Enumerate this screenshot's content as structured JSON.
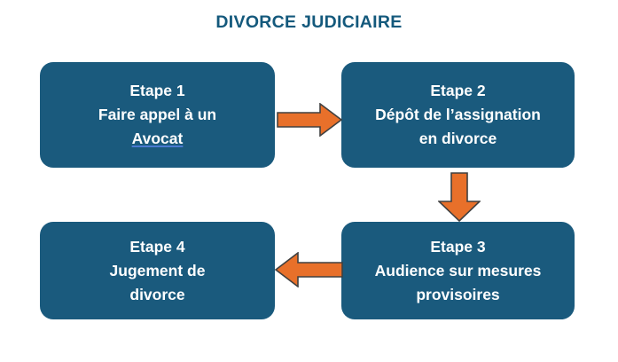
{
  "title": "DIVORCE JUDICIAIRE",
  "colors": {
    "title_text": "#14597c",
    "box_fill": "#1a5a7d",
    "box_text": "#ffffff",
    "link_underline": "#4a7ad2",
    "arrow_fill": "#e8702a",
    "arrow_stroke": "#404040",
    "background": "#ffffff"
  },
  "steps": [
    {
      "id": "step-1",
      "heading": "Etape 1",
      "line2": "Faire appel à un",
      "line3": "Avocat",
      "line3_is_link": true
    },
    {
      "id": "step-2",
      "heading": "Etape 2",
      "line2": "Dépôt de l’assignation",
      "line3": "en divorce",
      "line3_is_link": false
    },
    {
      "id": "step-3",
      "heading": "Etape 3",
      "line2": "Audience sur mesures",
      "line3": "provisoires",
      "line3_is_link": false
    },
    {
      "id": "step-4",
      "heading": "Etape 4",
      "line2": "Jugement de",
      "line3": "divorce",
      "line3_is_link": false
    }
  ],
  "arrows": [
    {
      "id": "arrow-1to2",
      "direction": "right",
      "from": "step-1",
      "to": "step-2"
    },
    {
      "id": "arrow-2to3",
      "direction": "down",
      "from": "step-2",
      "to": "step-3"
    },
    {
      "id": "arrow-3to4",
      "direction": "left",
      "from": "step-3",
      "to": "step-4"
    }
  ],
  "chart_data": {
    "type": "diagram",
    "subtype": "flowchart",
    "title": "DIVORCE JUDICIAIRE",
    "nodes": [
      {
        "label": "Etape 1\nFaire appel à un\nAvocat",
        "order": 1,
        "row": 1,
        "col": 1
      },
      {
        "label": "Etape 2\nDépôt de l’assignation\nen divorce",
        "order": 2,
        "row": 1,
        "col": 2
      },
      {
        "label": "Etape 3\nAudience sur mesures\nprovisoires",
        "order": 3,
        "row": 2,
        "col": 2
      },
      {
        "label": "Etape 4\nJugement de\ndivorce",
        "order": 4,
        "row": 2,
        "col": 1
      }
    ],
    "edges": [
      {
        "from": "Etape 1",
        "to": "Etape 2",
        "direction": "right"
      },
      {
        "from": "Etape 2",
        "to": "Etape 3",
        "direction": "down"
      },
      {
        "from": "Etape 3",
        "to": "Etape 4",
        "direction": "left"
      }
    ]
  }
}
